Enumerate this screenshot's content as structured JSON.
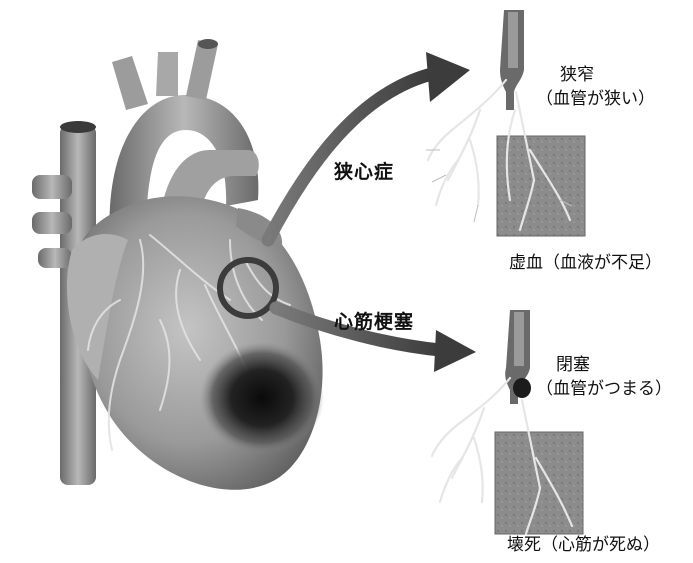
{
  "labels": {
    "angina": "狭心症",
    "infarction": "心筋梗塞",
    "stenosis_title": "狭窄",
    "stenosis_note": "（血管が狭い）",
    "ischemia": "虚血（血液が不足）",
    "occlusion_title": "閉塞",
    "occlusion_note": "（血管がつまる）",
    "necrosis": "壊死（心筋が死ぬ）"
  },
  "colors": {
    "heart_base": "#9a9a9a",
    "heart_shadow": "#555555",
    "infarct_core": "#111111",
    "arrow": "#5a5a5a",
    "tissue": "#8a8a8a",
    "artery": "#e6e6e6"
  }
}
